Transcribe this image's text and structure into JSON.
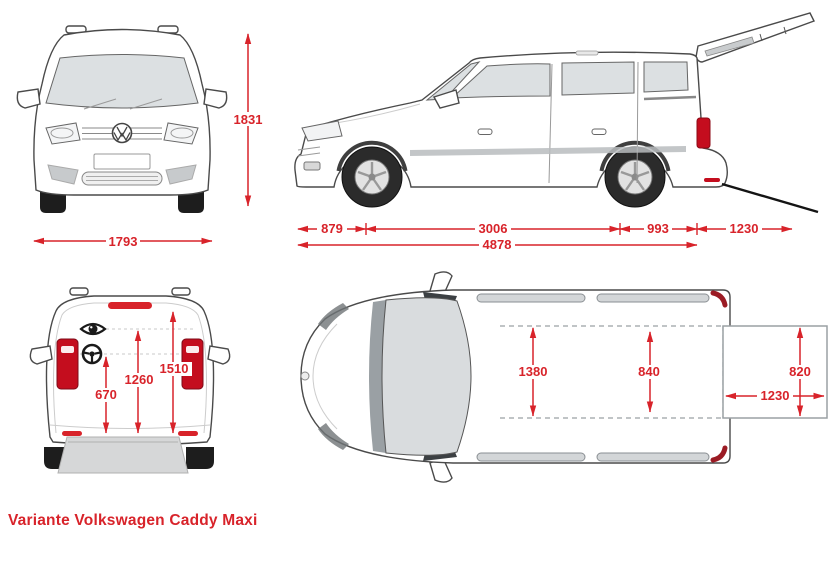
{
  "caption": "Variante Volkswagen Caddy Maxi",
  "colors": {
    "dimension_red": "#d8232a",
    "taillight_red": "#c40d1e",
    "body_line_gray": "#4a4a4a",
    "glass_gray": "#dce0e2",
    "ramp_gray": "#d6d7d8"
  },
  "front_view": {
    "height": "1831",
    "width": "1793"
  },
  "side_view": {
    "front_overhang": "879",
    "wheelbase": "3006",
    "rear_overhang": "993",
    "ramp_length": "1230",
    "total_length": "4878"
  },
  "rear_view": {
    "floor_to_steering_height": "670",
    "floor_to_eye_height": "1260",
    "door_opening_height": "1510"
  },
  "top_view": {
    "cabin_width": "1380",
    "rear_cabin_width": "840",
    "ramp_width": "820",
    "ramp_length": "1230"
  },
  "icons": {
    "eye": "eye-icon",
    "steering_wheel": "steering-wheel-icon",
    "vw_logo": "vw-logo-icon"
  }
}
